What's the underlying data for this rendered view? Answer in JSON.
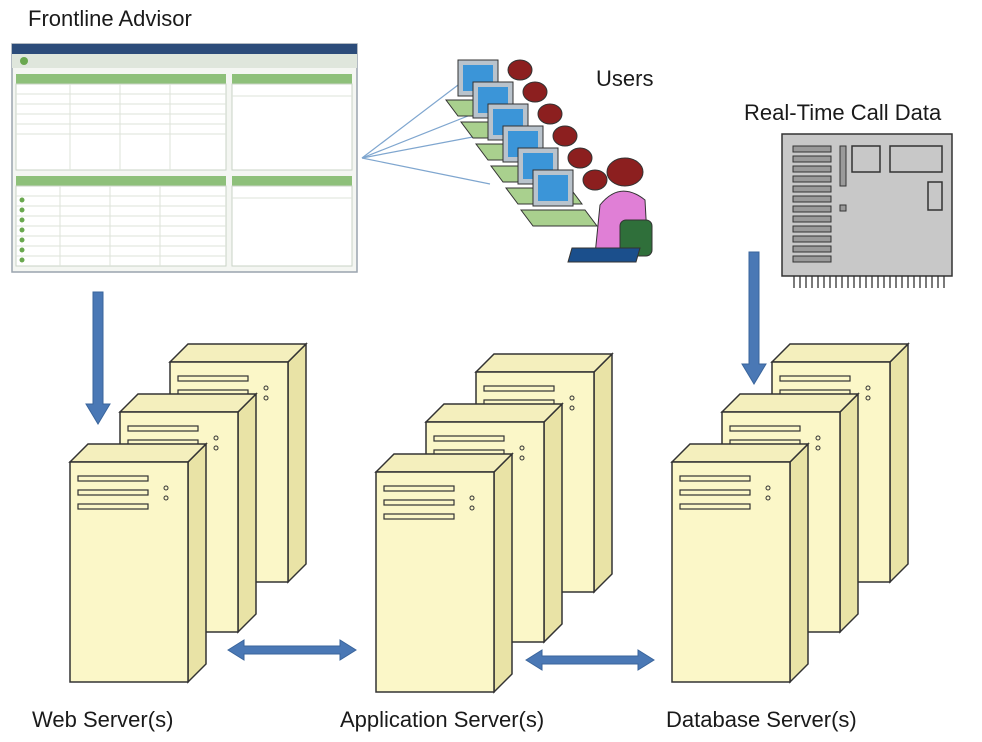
{
  "labels": {
    "frontline_advisor": "Frontline Advisor",
    "users": "Users",
    "real_time_call_data": "Real-Time Call Data",
    "web_servers": "Web Server(s)",
    "application_servers": "Application Server(s)",
    "database_servers": "Database Server(s)"
  },
  "colors": {
    "server_fill": "#fbf7c8",
    "server_stroke": "#333333",
    "arrow": "#4a78b5",
    "screenshot_header": "#6aa84f",
    "mainframe_fill": "#c8c8c8",
    "monitor_screen": "#3b95d8",
    "user_hair": "#8c1f1f",
    "user_shirt": "#e07fd6"
  },
  "icons": [
    "frontline-advisor-screenshot",
    "users-clipart-icon",
    "mainframe-icon",
    "server-tower-icon"
  ]
}
